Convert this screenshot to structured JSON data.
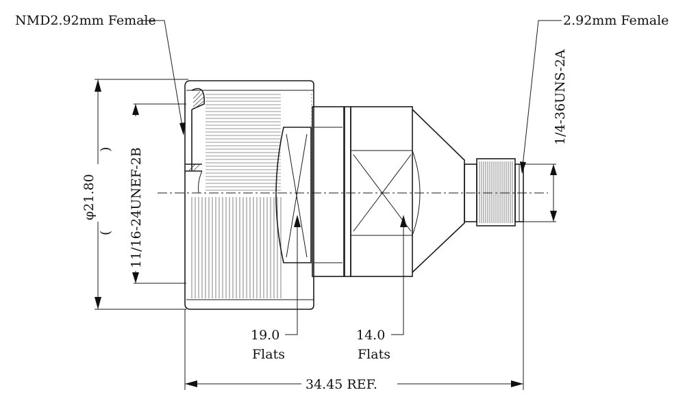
{
  "labels": {
    "left_connector": "NMD2.92mm Female",
    "right_connector": "2.92mm Female",
    "thread_right": "1/4-36UNS-2A",
    "thread_left": "11/16-24UNEF-2B",
    "diameter": "φ21.80",
    "paren_open": "(",
    "paren_close": ")",
    "flats_19_value": "19.0",
    "flats_19_label": "Flats",
    "flats_14_value": "14.0",
    "flats_14_label": "Flats",
    "overall_length": "34.45 REF."
  }
}
